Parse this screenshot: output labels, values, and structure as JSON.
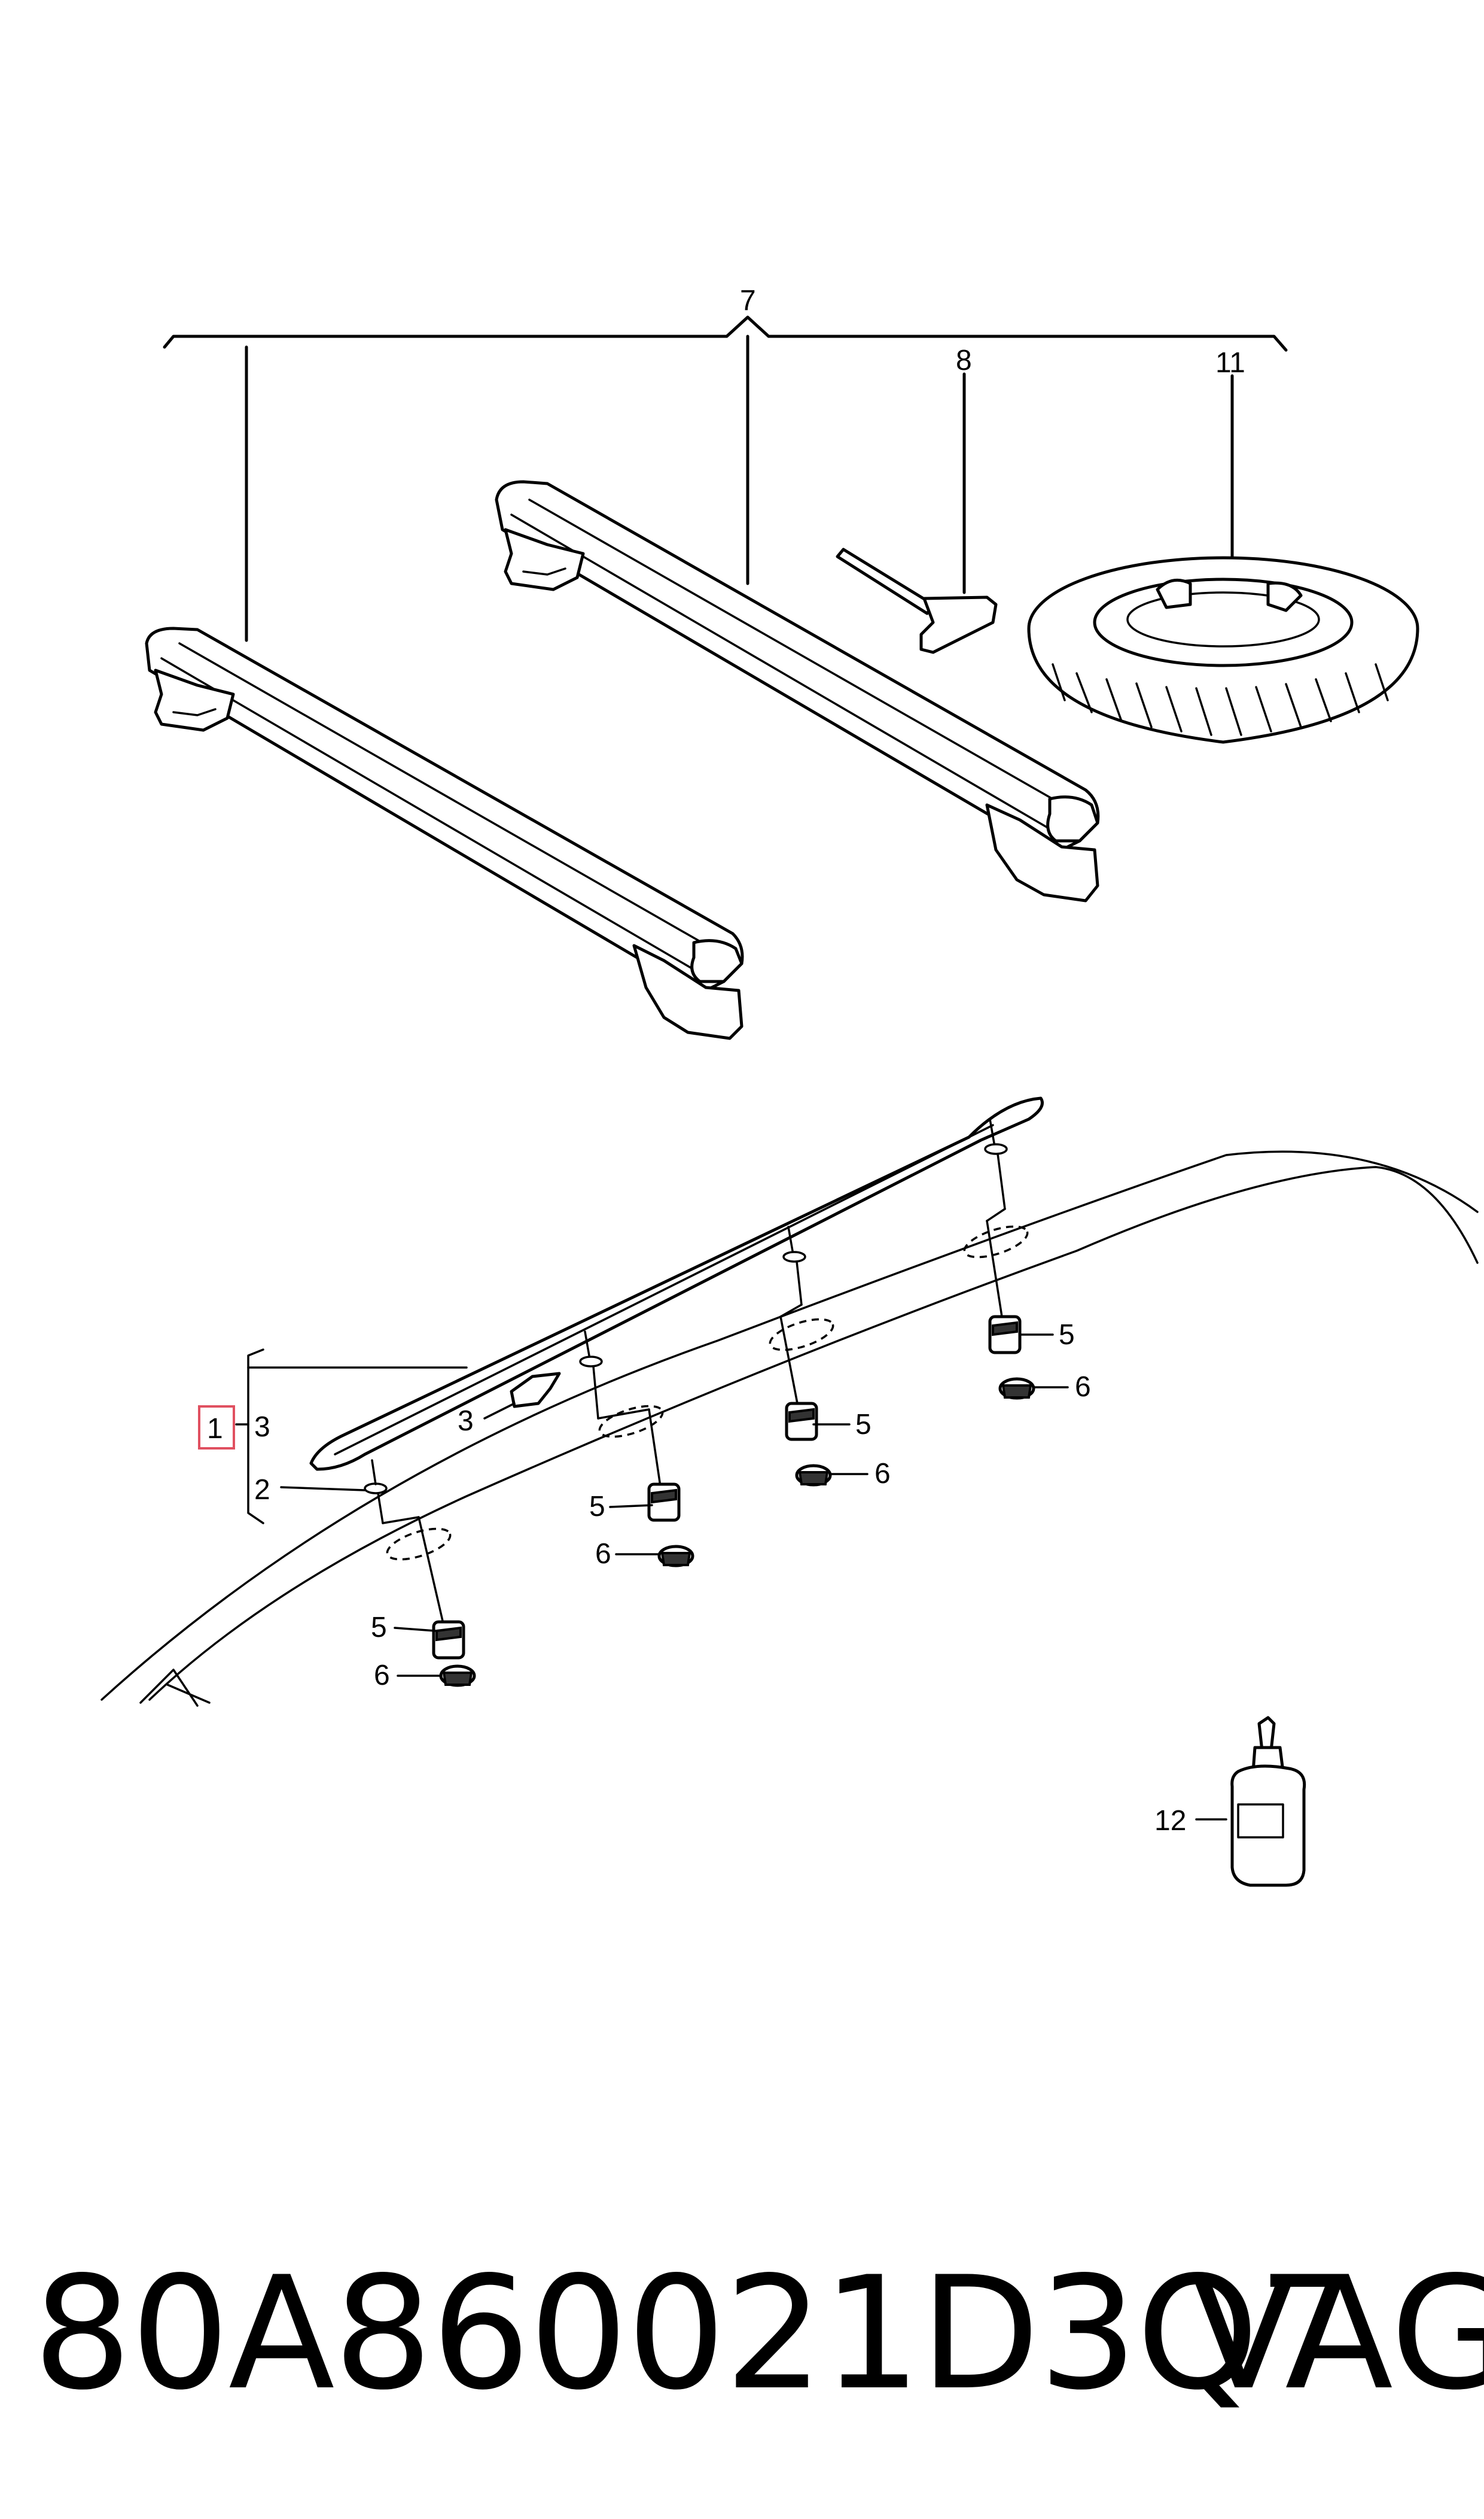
{
  "callouts": {
    "c7": "7",
    "c8": "8",
    "c11": "11",
    "c1": "1",
    "c3a": "3",
    "c2": "2",
    "c3b": "3",
    "c5a": "5",
    "c6a": "6",
    "c5b": "5",
    "c6b": "6",
    "c5c": "5",
    "c6c": "6",
    "c5d": "5",
    "c6d": "6",
    "c12": "12"
  },
  "footer": {
    "part_number": "80A860021D3Q7",
    "brand": "VAG"
  },
  "colors": {
    "line": "#000000",
    "highlight_box": "#e05060"
  }
}
